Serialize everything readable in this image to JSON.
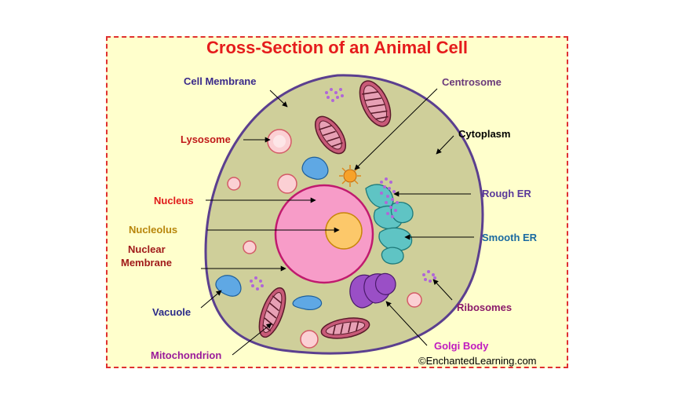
{
  "title": "Cross-Section of an Animal Cell",
  "credit": "©EnchantedLearning.com",
  "labels": {
    "cell_membrane": "Cell Membrane",
    "centrosome": "Centrosome",
    "cytoplasm": "Cytoplasm",
    "lysosome": "Lysosome",
    "rough_er": "Rough ER",
    "nucleus": "Nucleus",
    "nucleolus": "Nucleolus",
    "smooth_er": "Smooth ER",
    "nuclear_membrane_line1": "Nuclear",
    "nuclear_membrane_line2": "Membrane",
    "vacuole": "Vacuole",
    "ribosomes": "Ribosomes",
    "golgi_body": "Golgi Body",
    "mitochondrion": "Mitochondrion"
  },
  "colors": {
    "background": "#ffffcc",
    "border": "#e03030",
    "title": "#e51c1c",
    "cytoplasm": "#cfcf9a",
    "cell_membrane": "#5b3f8f",
    "nucleus": "#f79cc8",
    "nucleolus": "#fcc86a",
    "mitochondrion": "#c85a78",
    "lysosome": "#fbd0d4",
    "vacuole": "#5fa8e4",
    "golgi": "#9a4fc6",
    "er": "#5fc4c4",
    "ribosome": "#b067d8",
    "centrosome": "#f7a22a"
  }
}
